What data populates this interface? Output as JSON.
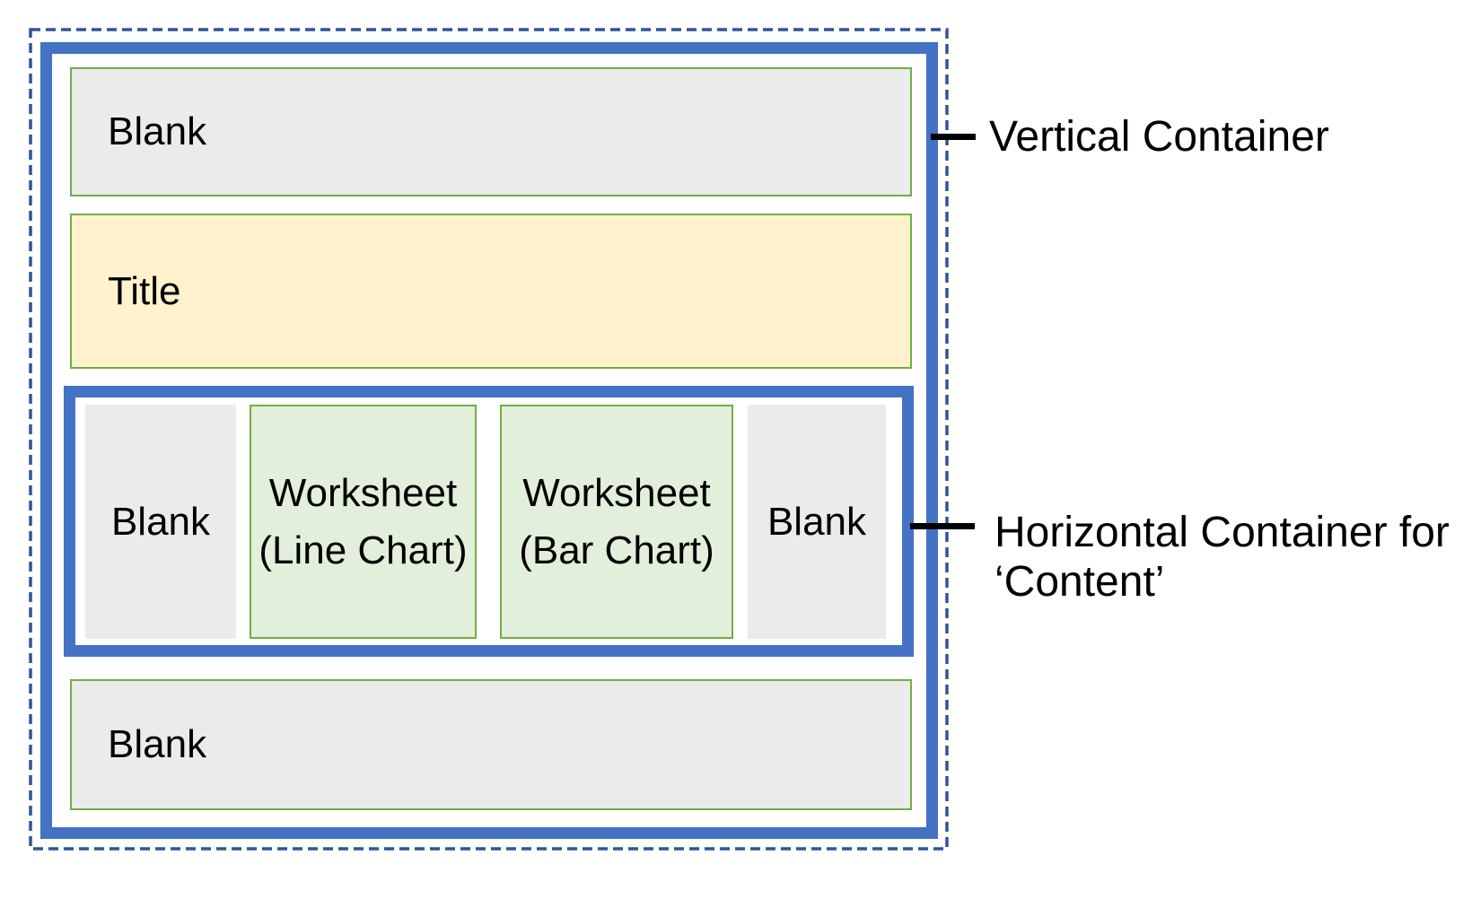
{
  "boxes": {
    "blank_top": "Blank",
    "title": "Title",
    "content_blank_left": "Blank",
    "worksheet_line_chart": {
      "line1": "Worksheet",
      "line2": "(Line Chart)"
    },
    "worksheet_bar_chart": {
      "line1": "Worksheet",
      "line2": "(Bar Chart)"
    },
    "content_blank_right": "Blank",
    "blank_bottom": "Blank"
  },
  "callouts": {
    "vertical_container": "Vertical Container",
    "horizontal_container_line1": "Horizontal Container for",
    "horizontal_container_line2": "‘Content’"
  },
  "colors": {
    "container_border_blue": "#4472C4",
    "dashed_outline_navy": "#2F5597",
    "box_border_green": "#70AD47",
    "worksheet_fill_green": "#E2EFDA",
    "blank_fill_gray": "#EBEBEB",
    "title_fill_cream": "#FFF2CC",
    "callout_line_black": "#000000"
  }
}
